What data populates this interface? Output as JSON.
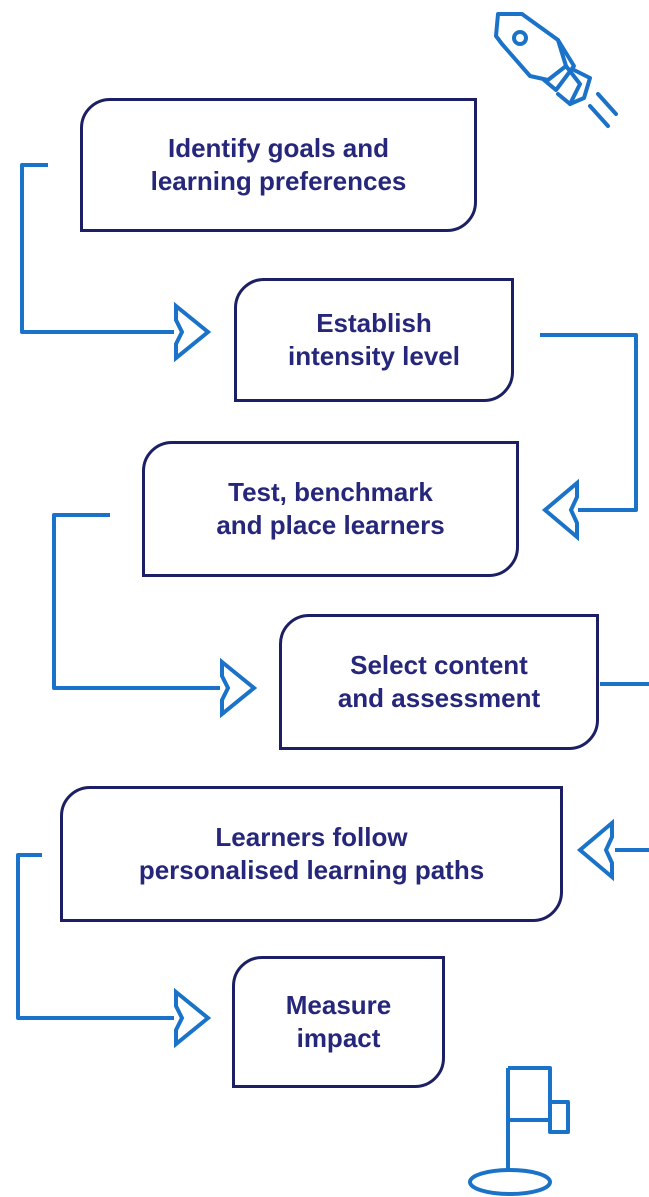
{
  "steps": [
    {
      "line1": "Identify goals and",
      "line2": "learning preferences"
    },
    {
      "line1": "Establish",
      "line2": "intensity level"
    },
    {
      "line1": "Test, benchmark",
      "line2": "and place learners"
    },
    {
      "line1": "Select content",
      "line2": "and assessment"
    },
    {
      "line1": "Learners follow",
      "line2": "personalised learning paths"
    },
    {
      "line1": "Measure",
      "line2": "impact"
    }
  ],
  "icons": {
    "start": "rocket-icon",
    "end": "flag-icon"
  },
  "colors": {
    "box_border": "#1c1f63",
    "text": "#26277a",
    "connector": "#1a73c8"
  }
}
